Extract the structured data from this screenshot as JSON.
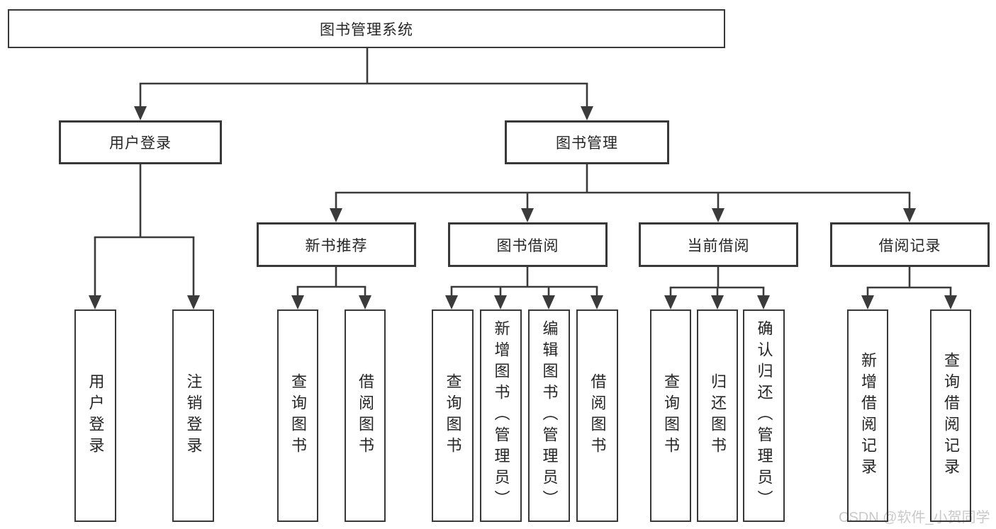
{
  "tree": {
    "label": "图书管理系统",
    "children": [
      {
        "label": "用户登录",
        "children": [
          {
            "label": "用户登录"
          },
          {
            "label": "注销登录"
          }
        ]
      },
      {
        "label": "图书管理",
        "children": [
          {
            "label": "新书推荐",
            "children": [
              {
                "label": "查询图书"
              },
              {
                "label": "借阅图书"
              }
            ]
          },
          {
            "label": "图书借阅",
            "children": [
              {
                "label": "查询图书"
              },
              {
                "label": "新增图书（管理员）"
              },
              {
                "label": "编辑图书（管理员）"
              },
              {
                "label": "借阅图书"
              }
            ]
          },
          {
            "label": "当前借阅",
            "children": [
              {
                "label": "查询图书"
              },
              {
                "label": "归还图书"
              },
              {
                "label": "确认归还（管理员）"
              }
            ]
          },
          {
            "label": "借阅记录",
            "children": [
              {
                "label": "新增借阅记录"
              },
              {
                "label": "查询借阅记录"
              }
            ]
          }
        ]
      }
    ]
  },
  "watermark": "CSDN @软件_小贺同学",
  "colors": {
    "line": "#3b3b3b",
    "box_border": "#383838",
    "text": "#262626",
    "watermark": "#c9c9c9",
    "background": "#ffffff"
  }
}
